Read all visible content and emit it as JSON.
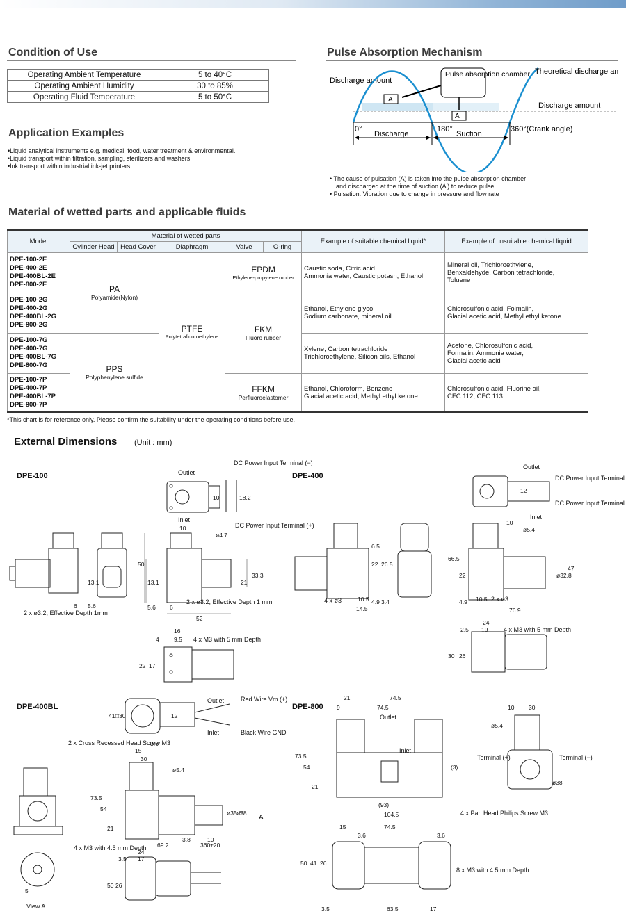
{
  "condition": {
    "title": "Condition of Use",
    "rows": [
      {
        "label": "Operating Ambient Temperature",
        "value": "5 to 40°C"
      },
      {
        "label": "Operating Ambient Humidity",
        "value": "30 to 85%"
      },
      {
        "label": "Operating Fluid Temperature",
        "value": "5 to 50°C"
      }
    ]
  },
  "applications": {
    "title": "Application Examples",
    "items": [
      "•Liquid analytical instruments e.g. medical, food, water treatment & environmental.",
      "•Liquid transport within filtration, sampling, sterilizers and washers.",
      "•Ink transport within industrial ink-jet printers."
    ]
  },
  "pulse": {
    "title": "Pulse Absorption Mechanism",
    "discharge_amount": "Discharge amount",
    "chamber": "Pulse absorption chamber",
    "theoretical": "Theoretical discharge amount",
    "discharge_amount2": "Discharge amount",
    "a": "A",
    "a_prime": "A'",
    "deg0": "0°",
    "deg180": "180°",
    "deg360": "360°(Crank angle)",
    "discharge": "Discharge",
    "suction": "Suction",
    "notes": [
      "• The cause of pulsation (A) is taken into the pulse absorption chamber",
      "and discharged at the time of suction (A') to reduce pulse.",
      "• Pulsation: Vibration due to change in pressure and flow rate"
    ]
  },
  "material": {
    "title": "Material of wetted parts and applicable fluids",
    "headers": {
      "model": "Model",
      "material": "Material of wetted parts",
      "cylinder_head": "Cylinder Head",
      "head_cover": "Head Cover",
      "diaphragm": "Diaphragm",
      "valve": "Valve",
      "oring": "O-ring",
      "suitable": "Example of suitable chemical liquid*",
      "unsuitable": "Example of unsuitable chemical liquid"
    },
    "rows": [
      {
        "models": [
          "DPE-100-2E",
          "DPE-400-2E",
          "DPE-400BL-2E",
          "DPE-800-2E"
        ],
        "suitable": [
          "Caustic soda, Citric acid",
          "Ammonia water, Caustic potash, Ethanol"
        ],
        "unsuitable": [
          "Mineral oil, Trichloroethylene,",
          "Benxaldehyde, Carbon tetrachloride,",
          "Toluene"
        ]
      },
      {
        "models": [
          "DPE-100-2G",
          "DPE-400-2G",
          "DPE-400BL-2G",
          "DPE-800-2G"
        ],
        "suitable": [
          "Ethanol, Ethylene glycol",
          "Sodium carbonate, mineral oil"
        ],
        "unsuitable": [
          "Chlorosulfonic acid, Folmalin,",
          "Glacial acetic acid, Methyl ethyl ketone"
        ]
      },
      {
        "models": [
          "DPE-100-7G",
          "DPE-400-7G",
          "DPE-400BL-7G",
          "DPE-800-7G"
        ],
        "suitable": [
          "Xylene, Carbon tetrachloride",
          "Trichloroethylene, Silicon oils, Ethanol"
        ],
        "unsuitable": [
          "Acetone, Chlorosulfonic acid,",
          "Formalin, Ammonia water,",
          "Glacial acetic acid"
        ]
      },
      {
        "models": [
          "DPE-100-7P",
          "DPE-400-7P",
          "DPE-400BL-7P",
          "DPE-800-7P"
        ],
        "suitable": [
          "Ethanol, Chloroform, Benzene",
          "Glacial acetic acid, Methyl ethyl ketone"
        ],
        "unsuitable": [
          "Chlorosulfonic acid, Fluorine oil,",
          "CFC 112, CFC 113"
        ]
      }
    ],
    "head_materials": [
      {
        "name": "PA",
        "sub": "Polyamide(Nylon)"
      },
      {
        "name": "PPS",
        "sub": "Polyphenylene sulfide"
      }
    ],
    "diaphragm": {
      "name": "PTFE",
      "sub": "Polytetrafluoroethylene"
    },
    "valves": [
      {
        "name": "EPDM",
        "sub": "Ethylene-propylene rubber"
      },
      {
        "name": "FKM",
        "sub": "Fluoro rubber"
      },
      {
        "name": "FFKM",
        "sub": "Perfluoroelastomer"
      }
    ],
    "note": "*This chart is for reference only. Please confirm the suitability under the operating conditions before use."
  },
  "dimensions": {
    "title": "External Dimensions",
    "unit": "(Unit : mm)",
    "models": [
      "DPE-100",
      "DPE-400",
      "DPE-400BL",
      "DPE-800"
    ],
    "labels": {
      "outlet": "Outlet",
      "inlet": "Inlet",
      "dc_minus": "DC Power Input Terminal (−)",
      "dc_plus": "DC Power Input Terminal (+)",
      "dc_minus_short": "DC Power Input Terminal (−)",
      "dc_plus_short": "DC Power Input Terminal (+)",
      "effective": "2 x ø3.2, Effective Depth 1 mm",
      "effective_left": "2 x ø3.2, Effective Depth 1mm",
      "m3_5": "4 x M3 with 5 mm Depth",
      "m3_5b": "4 x M3 with 5 mm Depth",
      "four_x_3": "4 x ø3",
      "two_x_3": "2 x ø3",
      "red_wire": "Red Wire Vm (+)",
      "black_wire": "Black Wire GND",
      "cross_screw": "2 x Cross Recessed Head Screw M3",
      "m3_45": "4 x M3 with 4.5 mm Depth",
      "view_a": "View A",
      "arrow_a": "A",
      "terminal_plus": "Terminal (+)",
      "terminal_minus": "Terminal (−)",
      "pan_head": "4 x Pan Head Philips Screw M3",
      "m3_45_8": "8 x M3 with 4.5 mm Depth"
    },
    "d100": [
      "10",
      "18.2",
      "10",
      "ø4.7",
      "50",
      "13.1",
      "33.3",
      "21",
      "13.1",
      "5.6",
      "6",
      "52",
      "6",
      "5.6",
      "16",
      "4",
      "9.5",
      "22",
      "17"
    ],
    "d400": [
      "12",
      "10",
      "ø5.4",
      "66.5",
      "22",
      "ø32.8",
      "47",
      "4.9",
      "10.5",
      "76.9",
      "6.5",
      "22",
      "26.5",
      "4.9",
      "10.5",
      "14.5",
      "3.4",
      "24",
      "2.5",
      "19",
      "30",
      "26"
    ],
    "d400bl": [
      "41",
      "□30",
      "12",
      "15",
      "3.6",
      "30",
      "ø5.4",
      "73.5",
      "54",
      "21",
      "3.8",
      "69.2",
      "10",
      "360±20",
      "ø35.6",
      "ø38",
      "24",
      "3.5",
      "17",
      "50",
      "26",
      "5"
    ],
    "d800": [
      "21",
      "74.5",
      "9",
      "74.5",
      "73.5",
      "54",
      "21",
      "(3)",
      "(93)",
      "104.5",
      "10",
      "30",
      "ø5.4",
      "ø38",
      "15",
      "74.5",
      "3.6",
      "3.6",
      "50",
      "41",
      "26",
      "3.5",
      "63.5",
      "17"
    ]
  }
}
